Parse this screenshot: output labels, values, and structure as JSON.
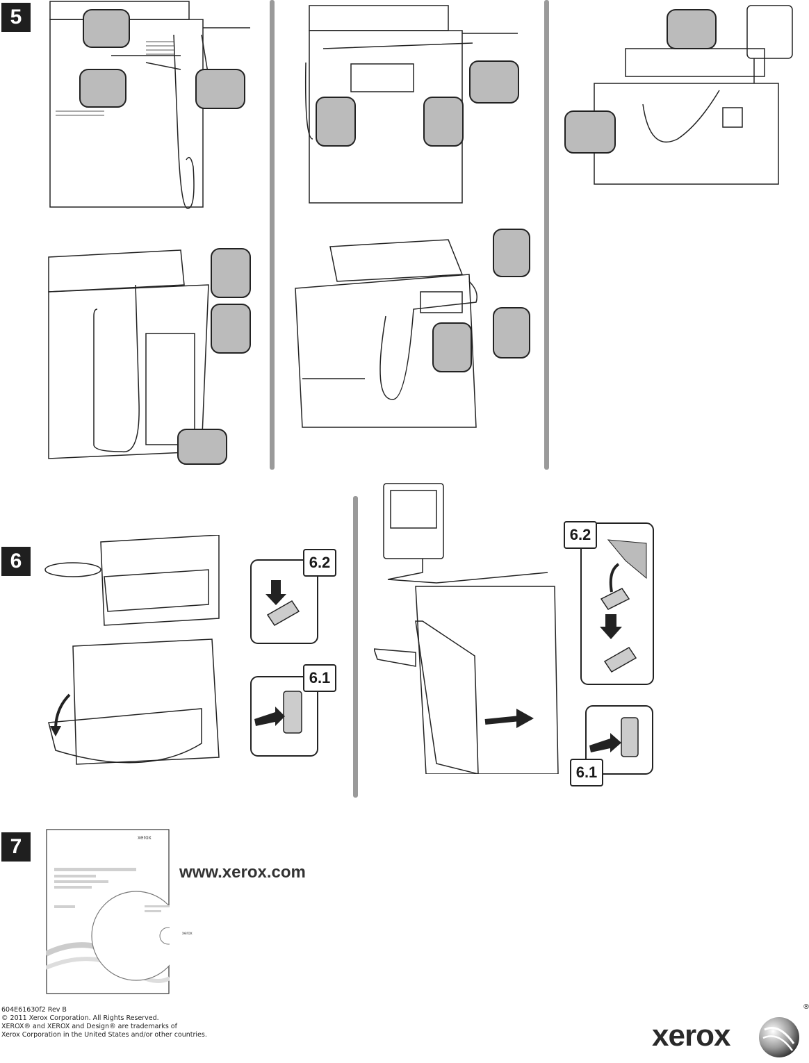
{
  "steps": {
    "s5": "5",
    "s6": "6",
    "s7": "7"
  },
  "labels": {
    "left_6_2": "6.2",
    "left_6_1": "6.1",
    "right_6_2": "6.2",
    "right_6_1": "6.1"
  },
  "website": "www.xerox.com",
  "card": {
    "brand": "xerox",
    "cd_brand": "xerox"
  },
  "footer": {
    "doc_number": "604E61630f2 Rev B",
    "copyright": "© 2011 Xerox Corporation. All Rights Reserved.",
    "trademark_1": "XEROX® and XEROX and Design® are trademarks of",
    "trademark_2": "Xerox Corporation in the United States and/or other countries."
  },
  "logo": {
    "wordmark": "xerox",
    "reg_mark": "®"
  }
}
